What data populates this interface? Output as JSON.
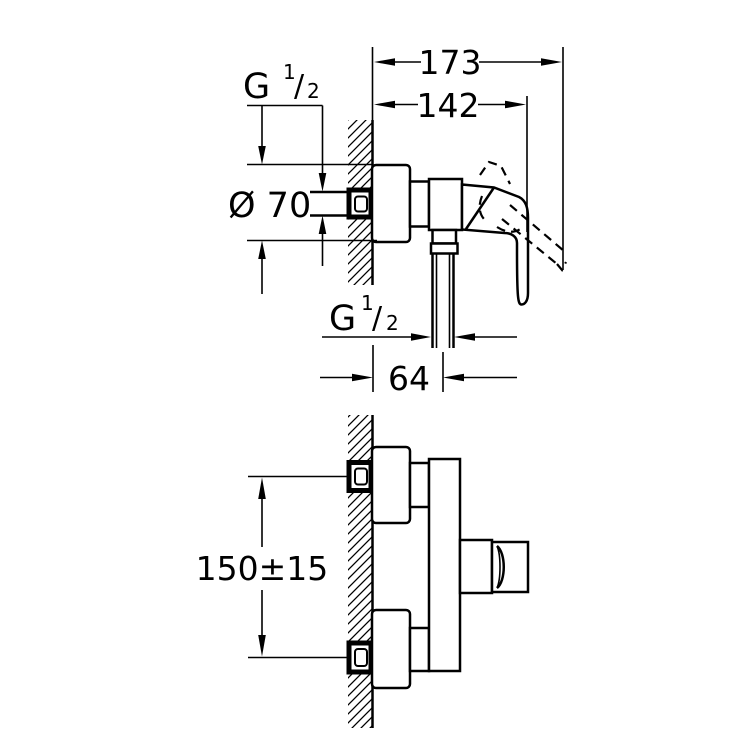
{
  "colors": {
    "line": "#000000",
    "background": "#ffffff"
  },
  "drawing": {
    "type": "technical-installation-drawing",
    "views": {
      "top": "side-view",
      "bottom": "front-view"
    },
    "dimensions": {
      "total_depth": "173",
      "body_depth": "142",
      "escutcheon_diameter": "Ø 70",
      "outlet_offset": "64",
      "hole_distance": "150±15"
    },
    "threads": {
      "top": {
        "g": "G",
        "numerator": "1",
        "slash": "/",
        "denominator": "2"
      },
      "bottom": {
        "g": "G",
        "numerator": "1",
        "slash": "/",
        "denominator": "2"
      }
    }
  }
}
